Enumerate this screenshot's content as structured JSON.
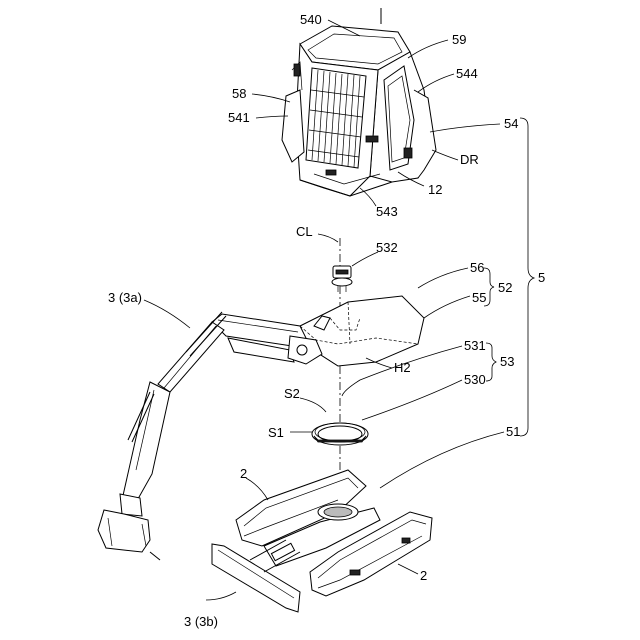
{
  "labels": {
    "cab_540": "540",
    "cab_59": "59",
    "cab_544": "544",
    "cab_58": "58",
    "cab_541": "541",
    "cab_54": "54",
    "cab_dr": "DR",
    "cab_12": "12",
    "cab_543": "543",
    "axis_cl": "CL",
    "part_532": "532",
    "part_56": "56",
    "part_55": "55",
    "group_52": "52",
    "group_5": "5",
    "front_work": "3 (3a)",
    "part_h2": "H2",
    "part_531": "531",
    "group_53": "53",
    "part_530": "530",
    "part_s2": "S2",
    "part_s1": "S1",
    "part_51": "51",
    "track_left": "2",
    "track_right": "2",
    "lower_body": "3 (3b)"
  }
}
